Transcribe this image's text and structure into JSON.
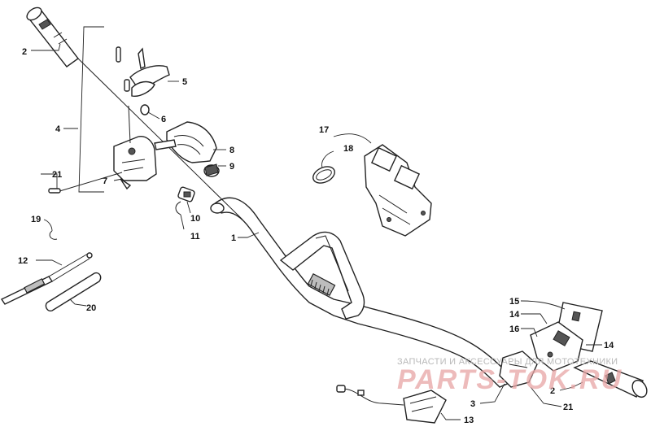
{
  "callouts": {
    "c1": "1",
    "c2a": "2",
    "c2b": "2",
    "c3": "3",
    "c4": "4",
    "c5": "5",
    "c6": "6",
    "c7": "7",
    "c8": "8",
    "c9": "9",
    "c10": "10",
    "c11": "11",
    "c12": "12",
    "c13": "13",
    "c14a": "14",
    "c14b": "14",
    "c15": "15",
    "c16": "16",
    "c17": "17",
    "c18": "18",
    "c19": "19",
    "c20": "20",
    "c21a": "21",
    "c21b": "21"
  },
  "watermark": {
    "line1": "ЗАПЧАСТИ И АКСЕССУАРЫ ДЛЯ МОТОТЕХНИКИ",
    "brand": "PARTS-TOK.RU"
  }
}
